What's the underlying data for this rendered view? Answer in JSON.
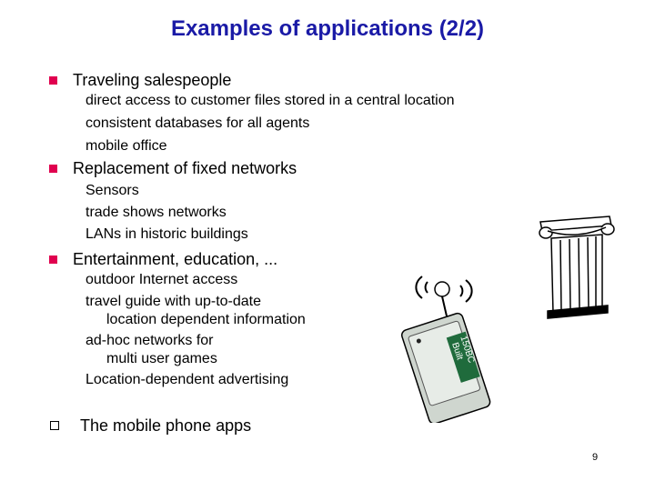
{
  "title": "Examples of applications (2/2)",
  "sections": [
    {
      "heading": "Traveling salespeople",
      "items": [
        "direct access to customer files stored in a central location",
        "consistent databases for all agents",
        "mobile office"
      ]
    },
    {
      "heading": "Replacement of fixed networks",
      "items": [
        "Sensors",
        "trade shows networks",
        "LANs in historic buildings"
      ]
    },
    {
      "heading": "Entertainment, education, ...",
      "items": [
        "outdoor Internet access",
        "travel guide with up-to-date",
        "location dependent information",
        "ad-hoc networks for",
        "multi user games",
        "Location-dependent advertising"
      ]
    }
  ],
  "extra_bullet": "The mobile phone apps",
  "card_label_line1": "Built",
  "card_label_line2": "150BC",
  "page_number": "9",
  "colors": {
    "title": "#1a1aa6",
    "bullet": "#e0004f",
    "card": "#cfd6cf",
    "card_label_bg": "#1f6b3c"
  }
}
